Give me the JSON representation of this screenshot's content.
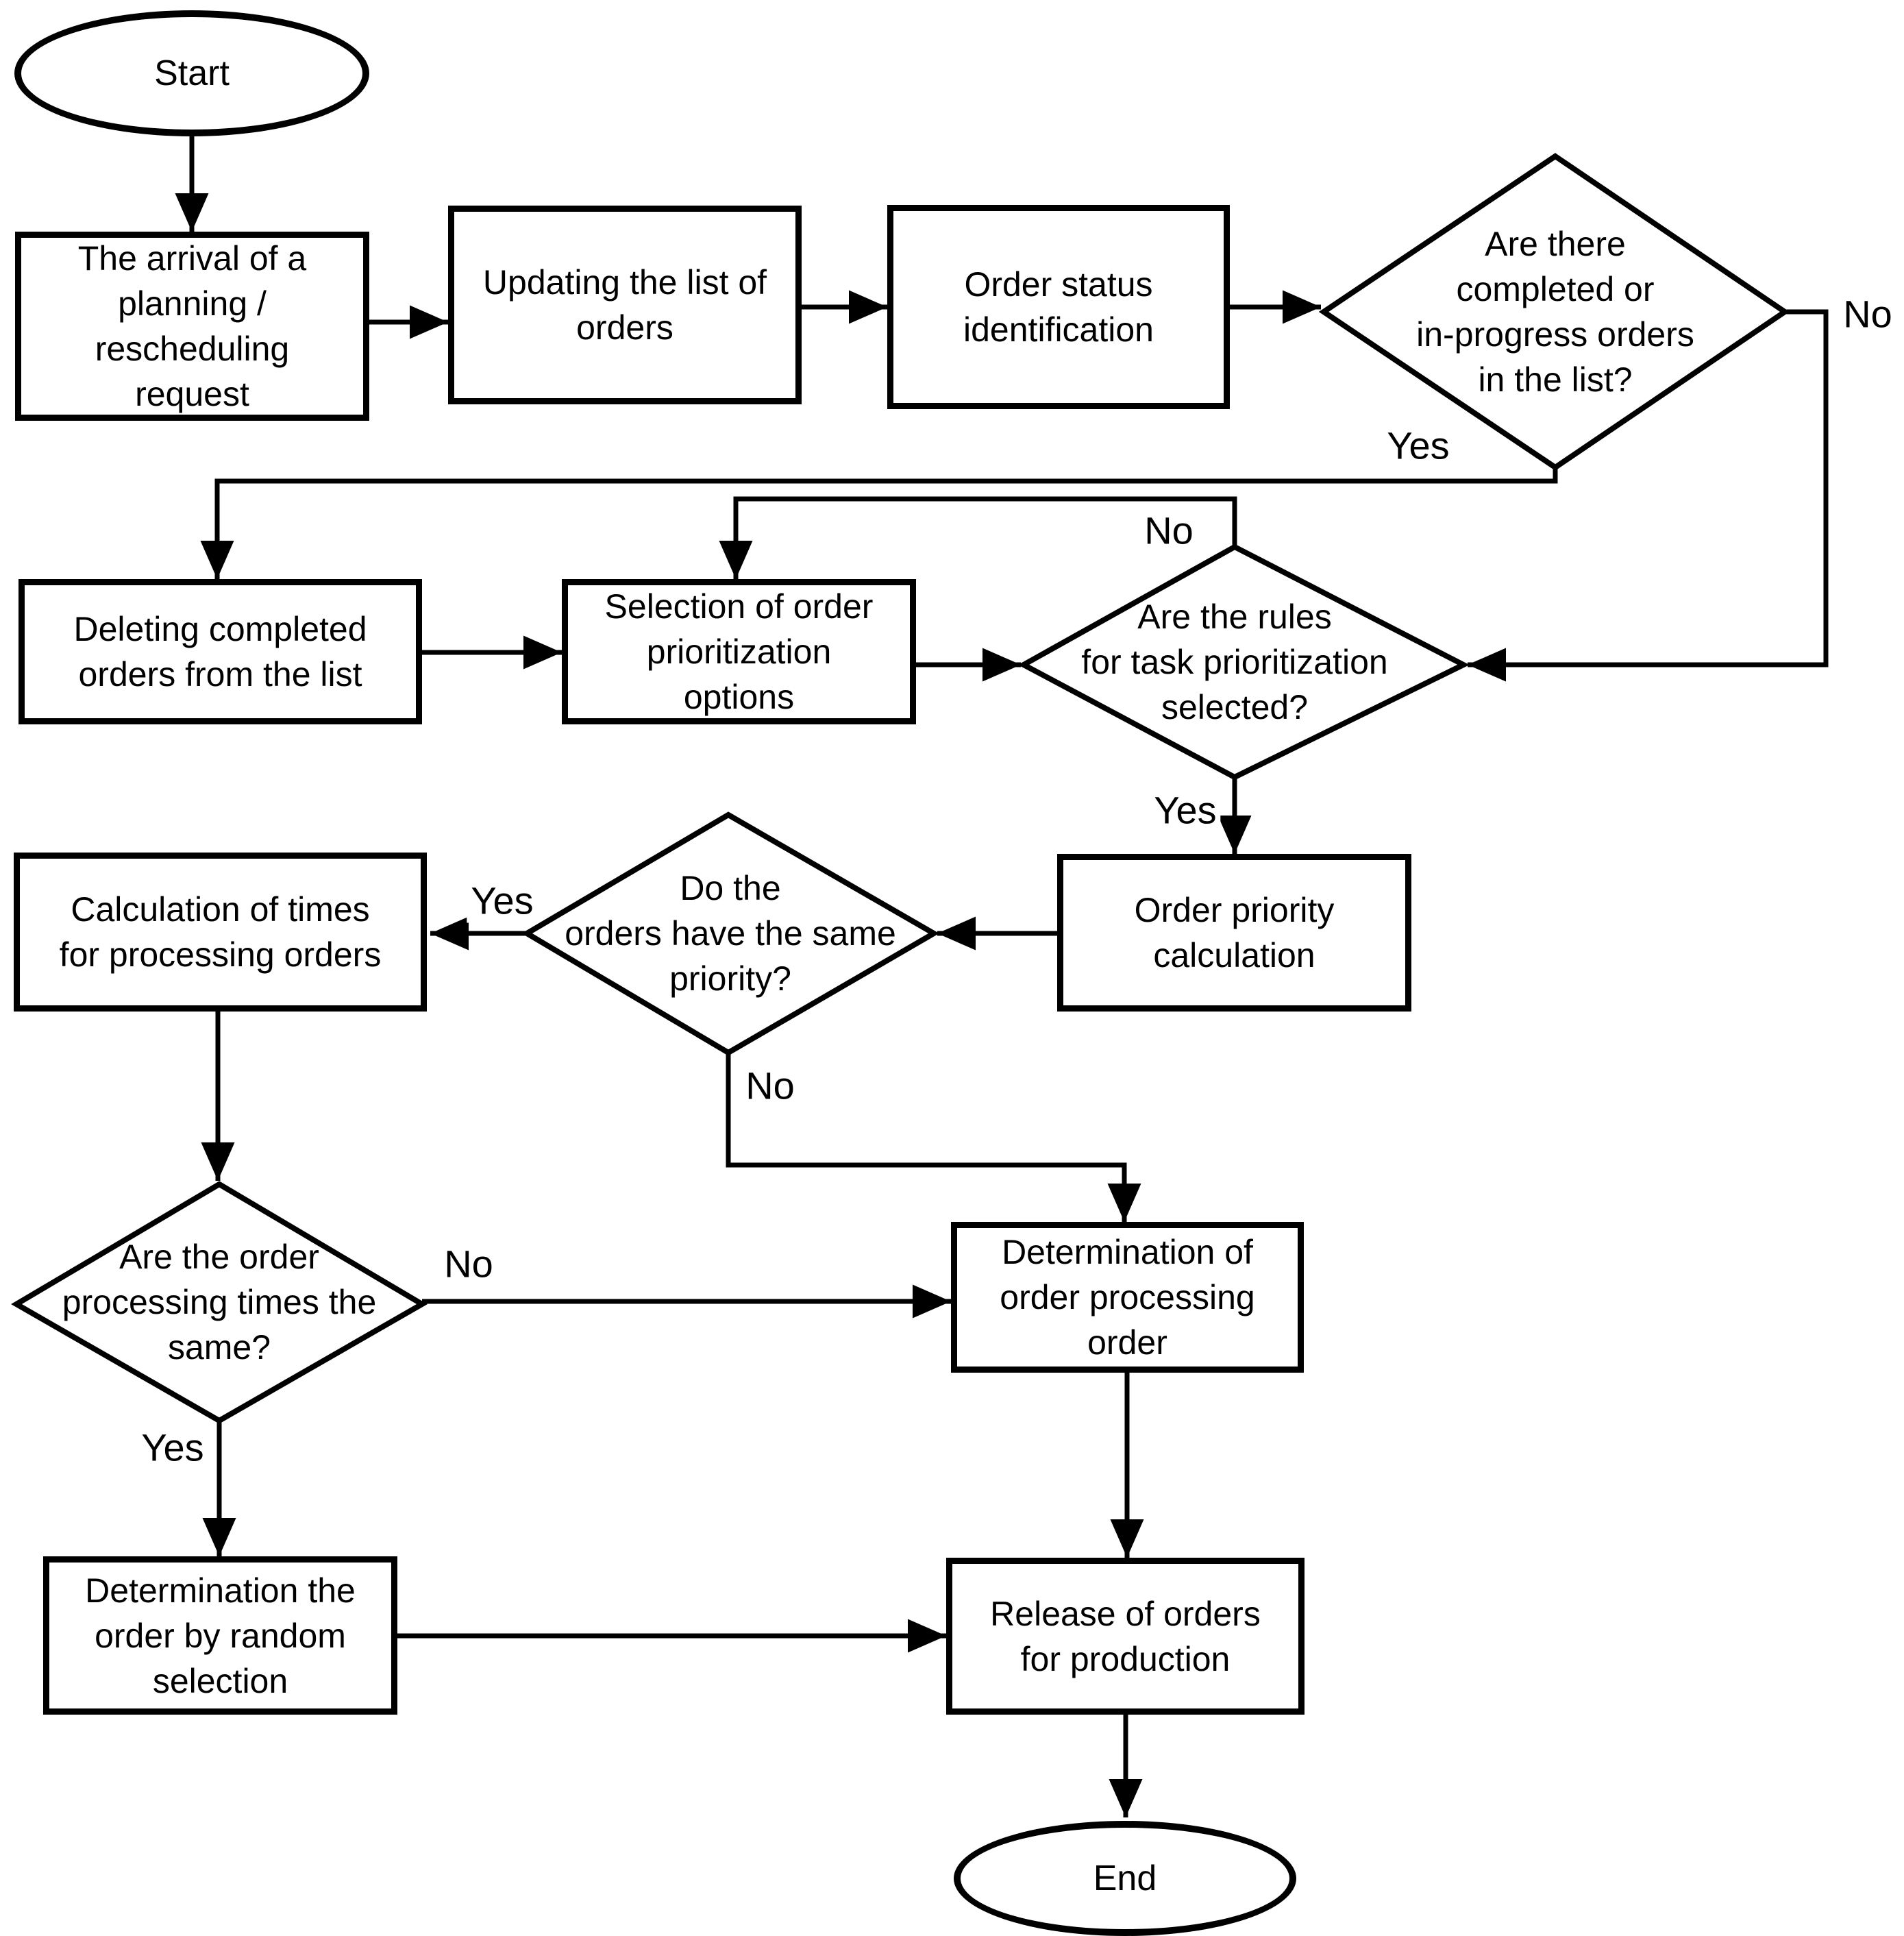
{
  "nodes": {
    "start": {
      "type": "terminator",
      "label": "Start"
    },
    "arrival": {
      "type": "process",
      "label": "The arrival of a\nplanning /\nrescheduling\nrequest"
    },
    "updating": {
      "type": "process",
      "label": "Updating the list of\norders"
    },
    "status": {
      "type": "process",
      "label": "Order status\nidentification"
    },
    "d1": {
      "type": "decision",
      "label": "Are there\ncompleted or\nin-progress orders\nin the list?"
    },
    "deleting": {
      "type": "process",
      "label": "Deleting completed\norders from the list"
    },
    "selection": {
      "type": "process",
      "label": "Selection of order\nprioritization\noptions"
    },
    "d2": {
      "type": "decision",
      "label": "Are the rules\nfor task prioritization\nselected?"
    },
    "priority_calc": {
      "type": "process",
      "label": "Order priority\ncalculation"
    },
    "d3": {
      "type": "decision",
      "label": "Do the\norders have the same\npriority?"
    },
    "calc_times": {
      "type": "process",
      "label": "Calculation of times\nfor processing orders"
    },
    "d4": {
      "type": "decision",
      "label": "Are the order\nprocessing times the\nsame?"
    },
    "det_processing": {
      "type": "process",
      "label": "Determination of\norder processing\norder"
    },
    "det_random": {
      "type": "process",
      "label": "Determination the\norder by random\nselection"
    },
    "release": {
      "type": "process",
      "label": "Release of orders\nfor production"
    },
    "end": {
      "type": "terminator",
      "label": "End"
    }
  },
  "edge_labels": {
    "d1_yes": "Yes",
    "d1_no": "No",
    "d2_yes": "Yes",
    "d2_no": "No",
    "d3_yes": "Yes",
    "d3_no": "No",
    "d4_yes": "Yes",
    "d4_no": "No"
  },
  "edges": [
    {
      "from": "start",
      "to": "arrival",
      "label": ""
    },
    {
      "from": "arrival",
      "to": "updating",
      "label": ""
    },
    {
      "from": "updating",
      "to": "status",
      "label": ""
    },
    {
      "from": "status",
      "to": "d1",
      "label": ""
    },
    {
      "from": "d1",
      "to": "d2",
      "label": "No"
    },
    {
      "from": "d1",
      "to": "deleting",
      "label": "Yes"
    },
    {
      "from": "deleting",
      "to": "selection",
      "label": ""
    },
    {
      "from": "selection",
      "to": "d2",
      "label": ""
    },
    {
      "from": "d2",
      "to": "selection",
      "label": "No"
    },
    {
      "from": "d2",
      "to": "priority_calc",
      "label": "Yes"
    },
    {
      "from": "priority_calc",
      "to": "d3",
      "label": ""
    },
    {
      "from": "d3",
      "to": "calc_times",
      "label": "Yes"
    },
    {
      "from": "d3",
      "to": "det_processing",
      "label": "No"
    },
    {
      "from": "calc_times",
      "to": "d4",
      "label": ""
    },
    {
      "from": "d4",
      "to": "det_processing",
      "label": "No"
    },
    {
      "from": "d4",
      "to": "det_random",
      "label": "Yes"
    },
    {
      "from": "det_random",
      "to": "release",
      "label": ""
    },
    {
      "from": "det_processing",
      "to": "release",
      "label": ""
    },
    {
      "from": "release",
      "to": "end",
      "label": ""
    }
  ],
  "colors": {
    "stroke": "#000000",
    "fill": "#ffffff",
    "text": "#000000"
  }
}
